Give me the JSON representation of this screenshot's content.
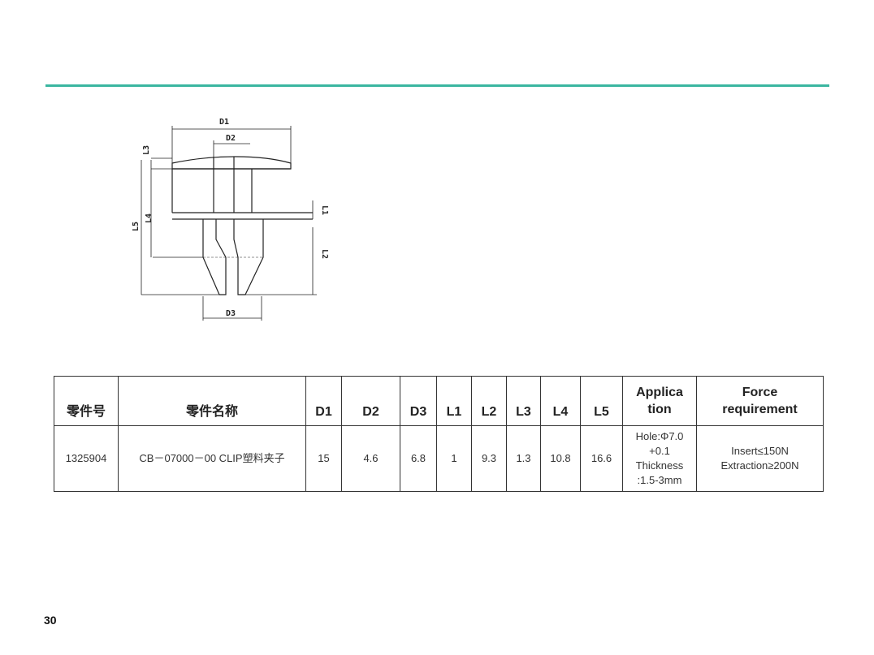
{
  "accent_color": "#3ab6a0",
  "drawing": {
    "labels": {
      "d1": "D1",
      "d2": "D2",
      "d3": "D3",
      "l1": "L1",
      "l2": "L2",
      "l3": "L3",
      "l4": "L4",
      "l5": "L5"
    }
  },
  "table": {
    "headers": {
      "part_no": "零件号",
      "part_name": "零件名称",
      "d1": "D1",
      "d2": "D2",
      "d3": "D3",
      "l1": "L1",
      "l2": "L2",
      "l3": "L3",
      "l4": "L4",
      "l5": "L5",
      "application_1": "Applica",
      "application_2": "tion",
      "force_1": "Force",
      "force_2": "requirement"
    },
    "row": {
      "part_no": "1325904",
      "part_name": "CB－07000－00 CLIP塑料夹子",
      "d1": "15",
      "d2": "4.6",
      "d3": "6.8",
      "l1": "1",
      "l2": "9.3",
      "l3": "1.3",
      "l4": "10.8",
      "l5": "16.6",
      "application": [
        "Hole:Φ7.0",
        "+0.1",
        "Thickness",
        ":1.5-3mm"
      ],
      "force": [
        "Insert≤150N",
        "Extraction≥200N"
      ]
    }
  },
  "page_number": "30"
}
